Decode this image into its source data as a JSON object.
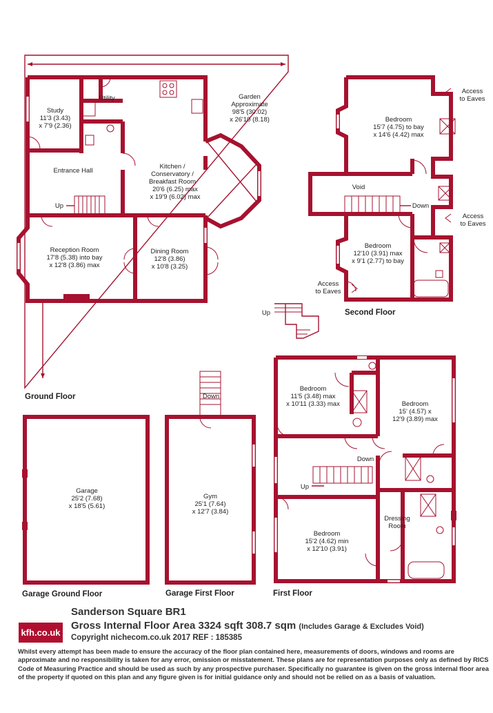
{
  "floors": {
    "ground": "Ground Floor",
    "second": "Second Floor",
    "garage_ground": "Garage Ground Floor",
    "garage_first": "Garage First Floor",
    "first": "First Floor"
  },
  "rooms": {
    "study": [
      "Study",
      "11'3 (3.43)",
      "x 7'9 (2.36)"
    ],
    "utility": [
      "Utility"
    ],
    "garden": [
      "Garden",
      "Approximate",
      "98'5 (30.02)",
      "x 26'10 (8.18)"
    ],
    "entrance_hall": [
      "Entrance Hall"
    ],
    "kitchen": [
      "Kitchen /",
      "Conservatory /",
      "Breakfast Room",
      "20'6 (6.25) max",
      "x 19'9 (6.02) max"
    ],
    "reception": [
      "Reception Room",
      "17'8 (5.38) into bay",
      "x 12'8 (3.86) max"
    ],
    "dining": [
      "Dining Room",
      "12'8 (3.86)",
      "x 10'8 (3.25)"
    ],
    "bedroom_top": [
      "Bedroom",
      "15'7 (4.75) to bay",
      "x 14'6 (4.42) max"
    ],
    "void": [
      "Void"
    ],
    "bedroom_second": [
      "Bedroom",
      "12'10 (3.91) max",
      "x 9'1 (2.77) to bay"
    ],
    "garage": [
      "Garage",
      "25'2 (7.68)",
      "x 18'5 (5.61)"
    ],
    "gym": [
      "Gym",
      "25'1 (7.64)",
      "x 12'7 (3.84)"
    ],
    "bedroom_ff1": [
      "Bedroom",
      "11'5 (3.48) max",
      "x 10'11 (3.33) max"
    ],
    "bedroom_ff2": [
      "Bedroom",
      "15' (4.57) x",
      "12'9 (3.89) max"
    ],
    "dressing": [
      "Dressing",
      "Room"
    ],
    "bedroom_ff3": [
      "Bedroom",
      "15'2 (4.62) min",
      "x 12'10 (3.91)"
    ]
  },
  "annotations": {
    "access_eaves_1": [
      "Access",
      "to Eaves"
    ],
    "access_eaves_2": [
      "Access",
      "to Eaves"
    ],
    "access_eaves_3": [
      "Access",
      "to Eaves"
    ],
    "up_ground": "Up",
    "down_second": "Down",
    "up_stairs_top": "Up",
    "down_garage": "Down",
    "down_first": "Down",
    "up_first": "Up"
  },
  "footer": {
    "logo": "kfh.co.uk",
    "title": "Sanderson Square  BR1",
    "gia": "Gross Internal Floor Area 3324 sqft 308.7 sqm",
    "gia_note": "(Includes Garage & Excludes Void)",
    "copyright": "Copyright nichecom.co.uk 2017 REF : 185385",
    "disclaimer": "Whilst every attempt has been made to ensure the accuracy of the floor plan contained here, measurements of doors, windows and rooms are approximate and no responsibility is taken for any error, omission or misstatement.  These plans are for representation purposes only as defined by RICS Code of Measuring Practice and should be used as such by any prospective purchaser.  Specifically no guarantee is given on the gross internal floor area of the property if quoted on this plan and any figure given is for initial guidance only and should not be relied on as a basis of valuation."
  },
  "colors": {
    "wall": "#a6122f",
    "logo_bg": "#b0102f"
  }
}
